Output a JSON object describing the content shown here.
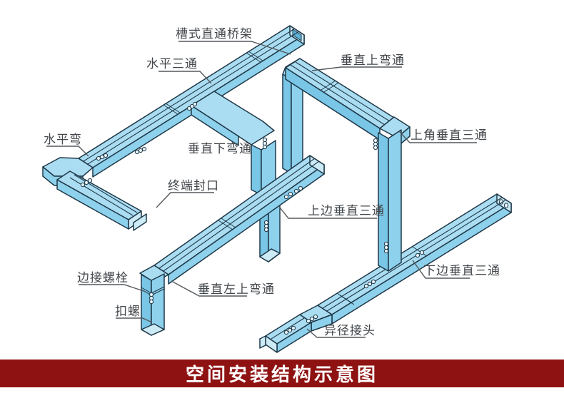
{
  "banner": {
    "title": "空间安装结构示意图"
  },
  "diagram": {
    "labels": {
      "trough_straight_tray": "槽式直通桥架",
      "horizontal_tee": "水平三通",
      "vertical_up_bend": "垂直上弯通",
      "top_corner_vertical_tee": "上角垂直三通",
      "horizontal_bend": "水平弯",
      "vertical_down_bend": "垂直下弯通",
      "end_seal": "终端封口",
      "upper_vertical_tee": "上边垂直三通",
      "lower_vertical_tee": "下边垂直三通",
      "edge_bolt": "边接螺栓",
      "vertical_left_up_bend": "垂直左上弯通",
      "buckle_screw": "扣螺",
      "reducer_joint": "异径接头"
    },
    "colors": {
      "tray_top": "#abddf2",
      "tray_side": "#8ed1ec",
      "tray_shade": "#79c6e7",
      "tray_end": "#cdeaf7",
      "outline": "#1e3848",
      "label_text": "#43474b",
      "leader_line": "#55595d",
      "banner_bg": "#8e1212",
      "banner_text": "#ffffff"
    }
  }
}
